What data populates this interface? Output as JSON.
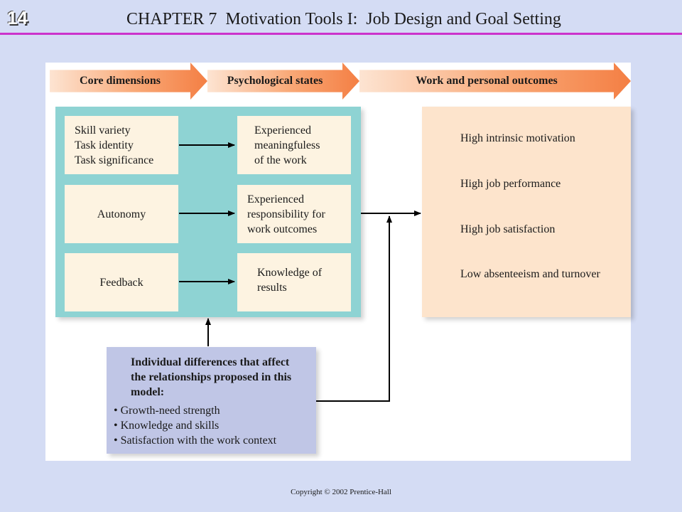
{
  "header": {
    "slide_number": "14",
    "chapter_title": "CHAPTER 7  Motivation Tools I:  Job Design and Goal Setting"
  },
  "stages": [
    {
      "label": "Core dimensions"
    },
    {
      "label": "Psychological states"
    },
    {
      "label": "Work and personal outcomes"
    }
  ],
  "core_dimensions": {
    "group1": [
      "Skill variety",
      "Task identity",
      "Task significance"
    ],
    "autonomy": "Autonomy",
    "feedback": "Feedback"
  },
  "psychological_states": {
    "state1": [
      "Experienced",
      "meaningfuless",
      "of the work"
    ],
    "state2": [
      "Experienced",
      "responsibility for",
      "work outcomes"
    ],
    "state3": [
      "Knowledge of",
      "results"
    ]
  },
  "outcomes": {
    "items": [
      "High intrinsic motivation",
      "High job performance",
      "High job satisfaction",
      "Low absenteeism and turnover"
    ]
  },
  "individual_differences": {
    "heading": "Individual differences that affect the relationships proposed in this model:",
    "bullets": [
      "• Growth-need strength",
      "• Knowledge and skills",
      "• Satisfaction with the work context"
    ]
  },
  "footer": {
    "copyright": "Copyright © 2002 Prentice-Hall"
  },
  "colors": {
    "background": "#d4dcf4",
    "title_rule": "#cc33cc",
    "teal_panel": "#8ed3d3",
    "cream_box": "#fdf3e1",
    "outcome_panel": "#fde4cc",
    "differences_box": "#c0c6e6",
    "stage_arrow": "#f47f44"
  }
}
